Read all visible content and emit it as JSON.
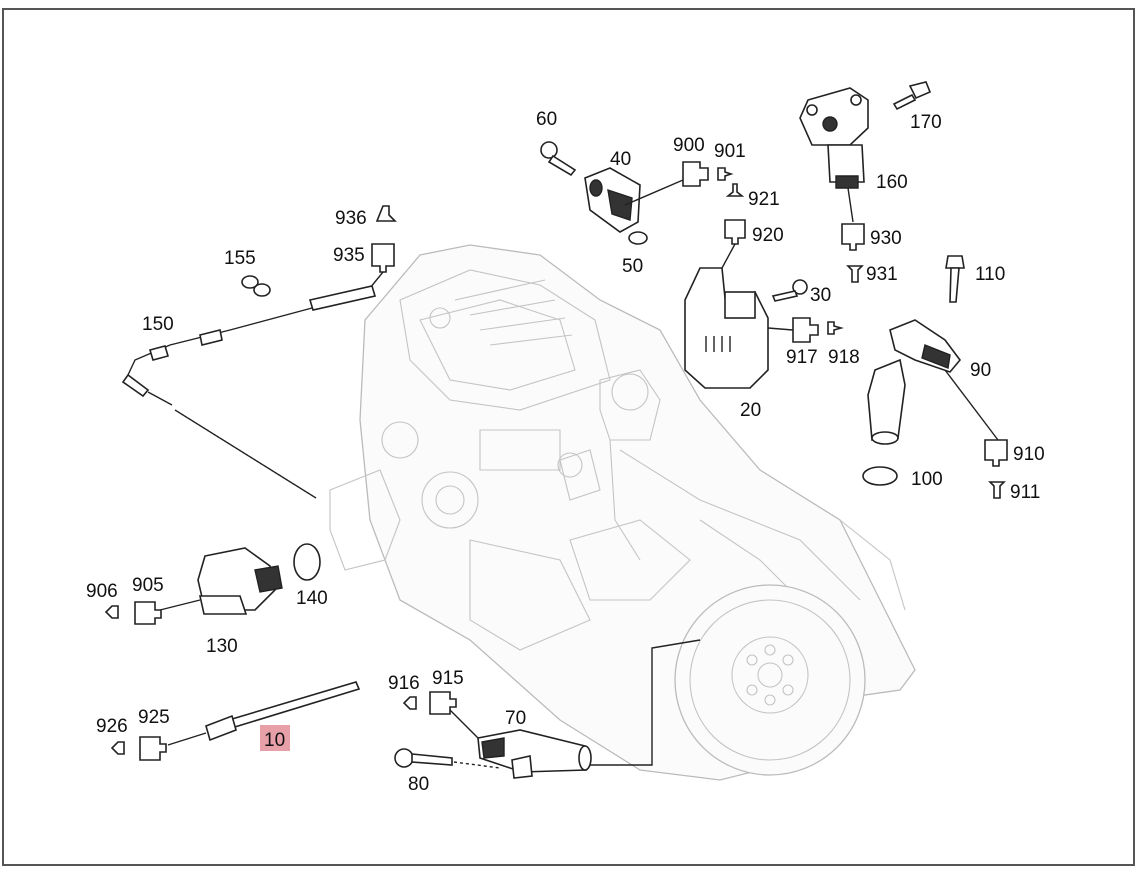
{
  "highlight_color": "#e7a0a8",
  "callouts": [
    {
      "id": "c10",
      "text": "10",
      "highlighted": true
    },
    {
      "id": "c20",
      "text": "20"
    },
    {
      "id": "c30",
      "text": "30"
    },
    {
      "id": "c40",
      "text": "40"
    },
    {
      "id": "c50",
      "text": "50"
    },
    {
      "id": "c60",
      "text": "60"
    },
    {
      "id": "c70",
      "text": "70"
    },
    {
      "id": "c80",
      "text": "80"
    },
    {
      "id": "c90",
      "text": "90"
    },
    {
      "id": "c100",
      "text": "100"
    },
    {
      "id": "c110",
      "text": "110"
    },
    {
      "id": "c130",
      "text": "130"
    },
    {
      "id": "c140",
      "text": "140"
    },
    {
      "id": "c150",
      "text": "150"
    },
    {
      "id": "c155",
      "text": "155"
    },
    {
      "id": "c160",
      "text": "160"
    },
    {
      "id": "c170",
      "text": "170"
    },
    {
      "id": "c900",
      "text": "900"
    },
    {
      "id": "c901",
      "text": "901"
    },
    {
      "id": "c905",
      "text": "905"
    },
    {
      "id": "c906",
      "text": "906"
    },
    {
      "id": "c910",
      "text": "910"
    },
    {
      "id": "c911",
      "text": "911"
    },
    {
      "id": "c915",
      "text": "915"
    },
    {
      "id": "c916",
      "text": "916"
    },
    {
      "id": "c917",
      "text": "917"
    },
    {
      "id": "c918",
      "text": "918"
    },
    {
      "id": "c920",
      "text": "920"
    },
    {
      "id": "c921",
      "text": "921"
    },
    {
      "id": "c925",
      "text": "925"
    },
    {
      "id": "c926",
      "text": "926"
    },
    {
      "id": "c930",
      "text": "930"
    },
    {
      "id": "c931",
      "text": "931"
    },
    {
      "id": "c935",
      "text": "935"
    },
    {
      "id": "c936",
      "text": "936"
    }
  ]
}
